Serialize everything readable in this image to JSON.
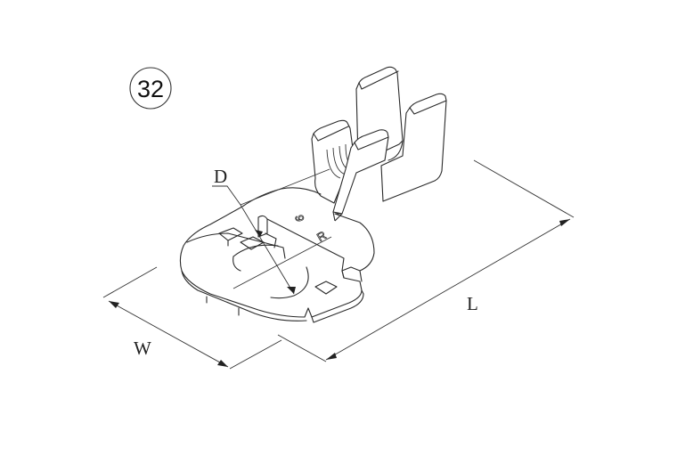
{
  "diagram": {
    "type": "technical-drawing",
    "subject": "flag-type crimp terminal (isometric view)",
    "part_number": "32",
    "dimension_labels": {
      "diameter": "D",
      "width": "W",
      "length": "L"
    },
    "stamp_marks": [
      "6",
      "R"
    ],
    "colors": {
      "line": "#2a2a2a",
      "background": "#ffffff"
    }
  }
}
